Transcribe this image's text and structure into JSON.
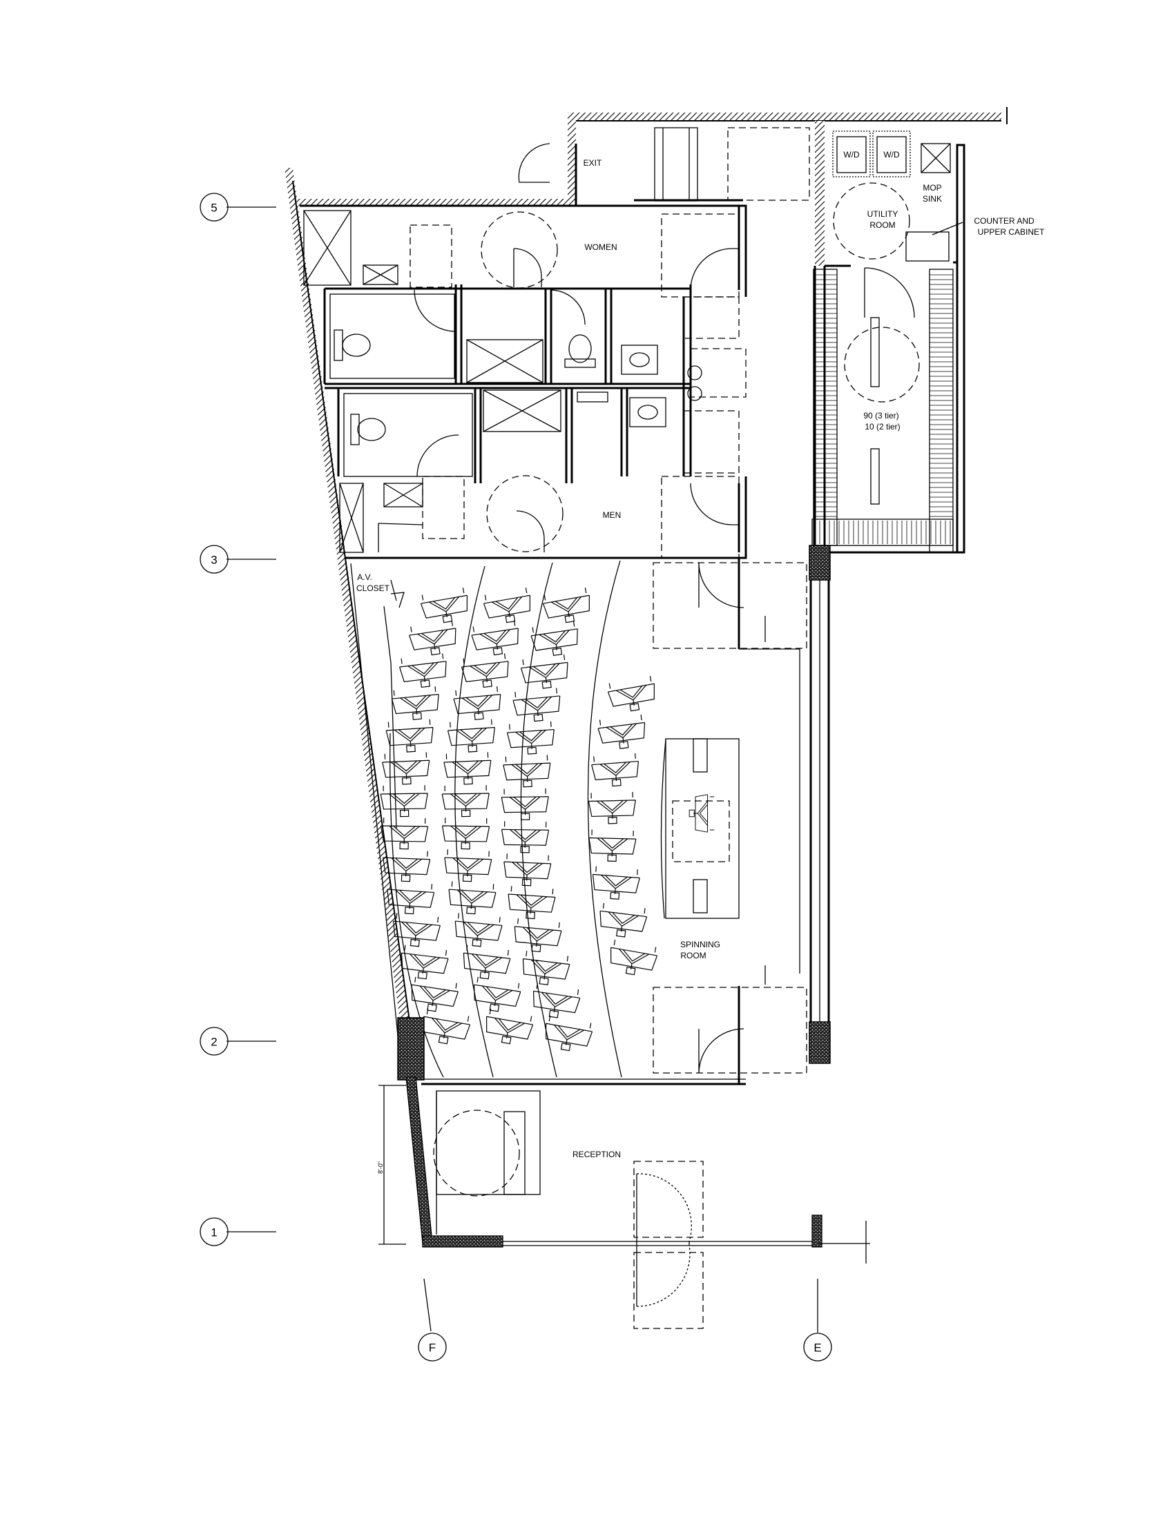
{
  "rooms": {
    "exit": "EXIT",
    "women": "WOMEN",
    "men": "MEN",
    "utility_room": [
      "UTILITY",
      "ROOM"
    ],
    "mop_sink": [
      "MOP",
      "SINK"
    ],
    "washer_dryer_1": "W/D",
    "washer_dryer_2": "W/D",
    "counter": [
      "COUNTER AND",
      "UPPER CABINET"
    ],
    "lockers": [
      "90 (3 tier)",
      "10 (2 tier)"
    ],
    "av_closet": [
      "A.V.",
      "CLOSET"
    ],
    "spinning_room": [
      "SPINNING",
      "ROOM"
    ],
    "reception": "RECEPTION"
  },
  "grid_lines": {
    "row_5": "5",
    "row_3": "3",
    "row_2": "2",
    "row_1": "1",
    "col_f": "F",
    "col_e": "E"
  },
  "dimensions": {
    "reception_height": "8'-0\""
  },
  "colors": {
    "line": "#000000",
    "background": "#ffffff"
  }
}
